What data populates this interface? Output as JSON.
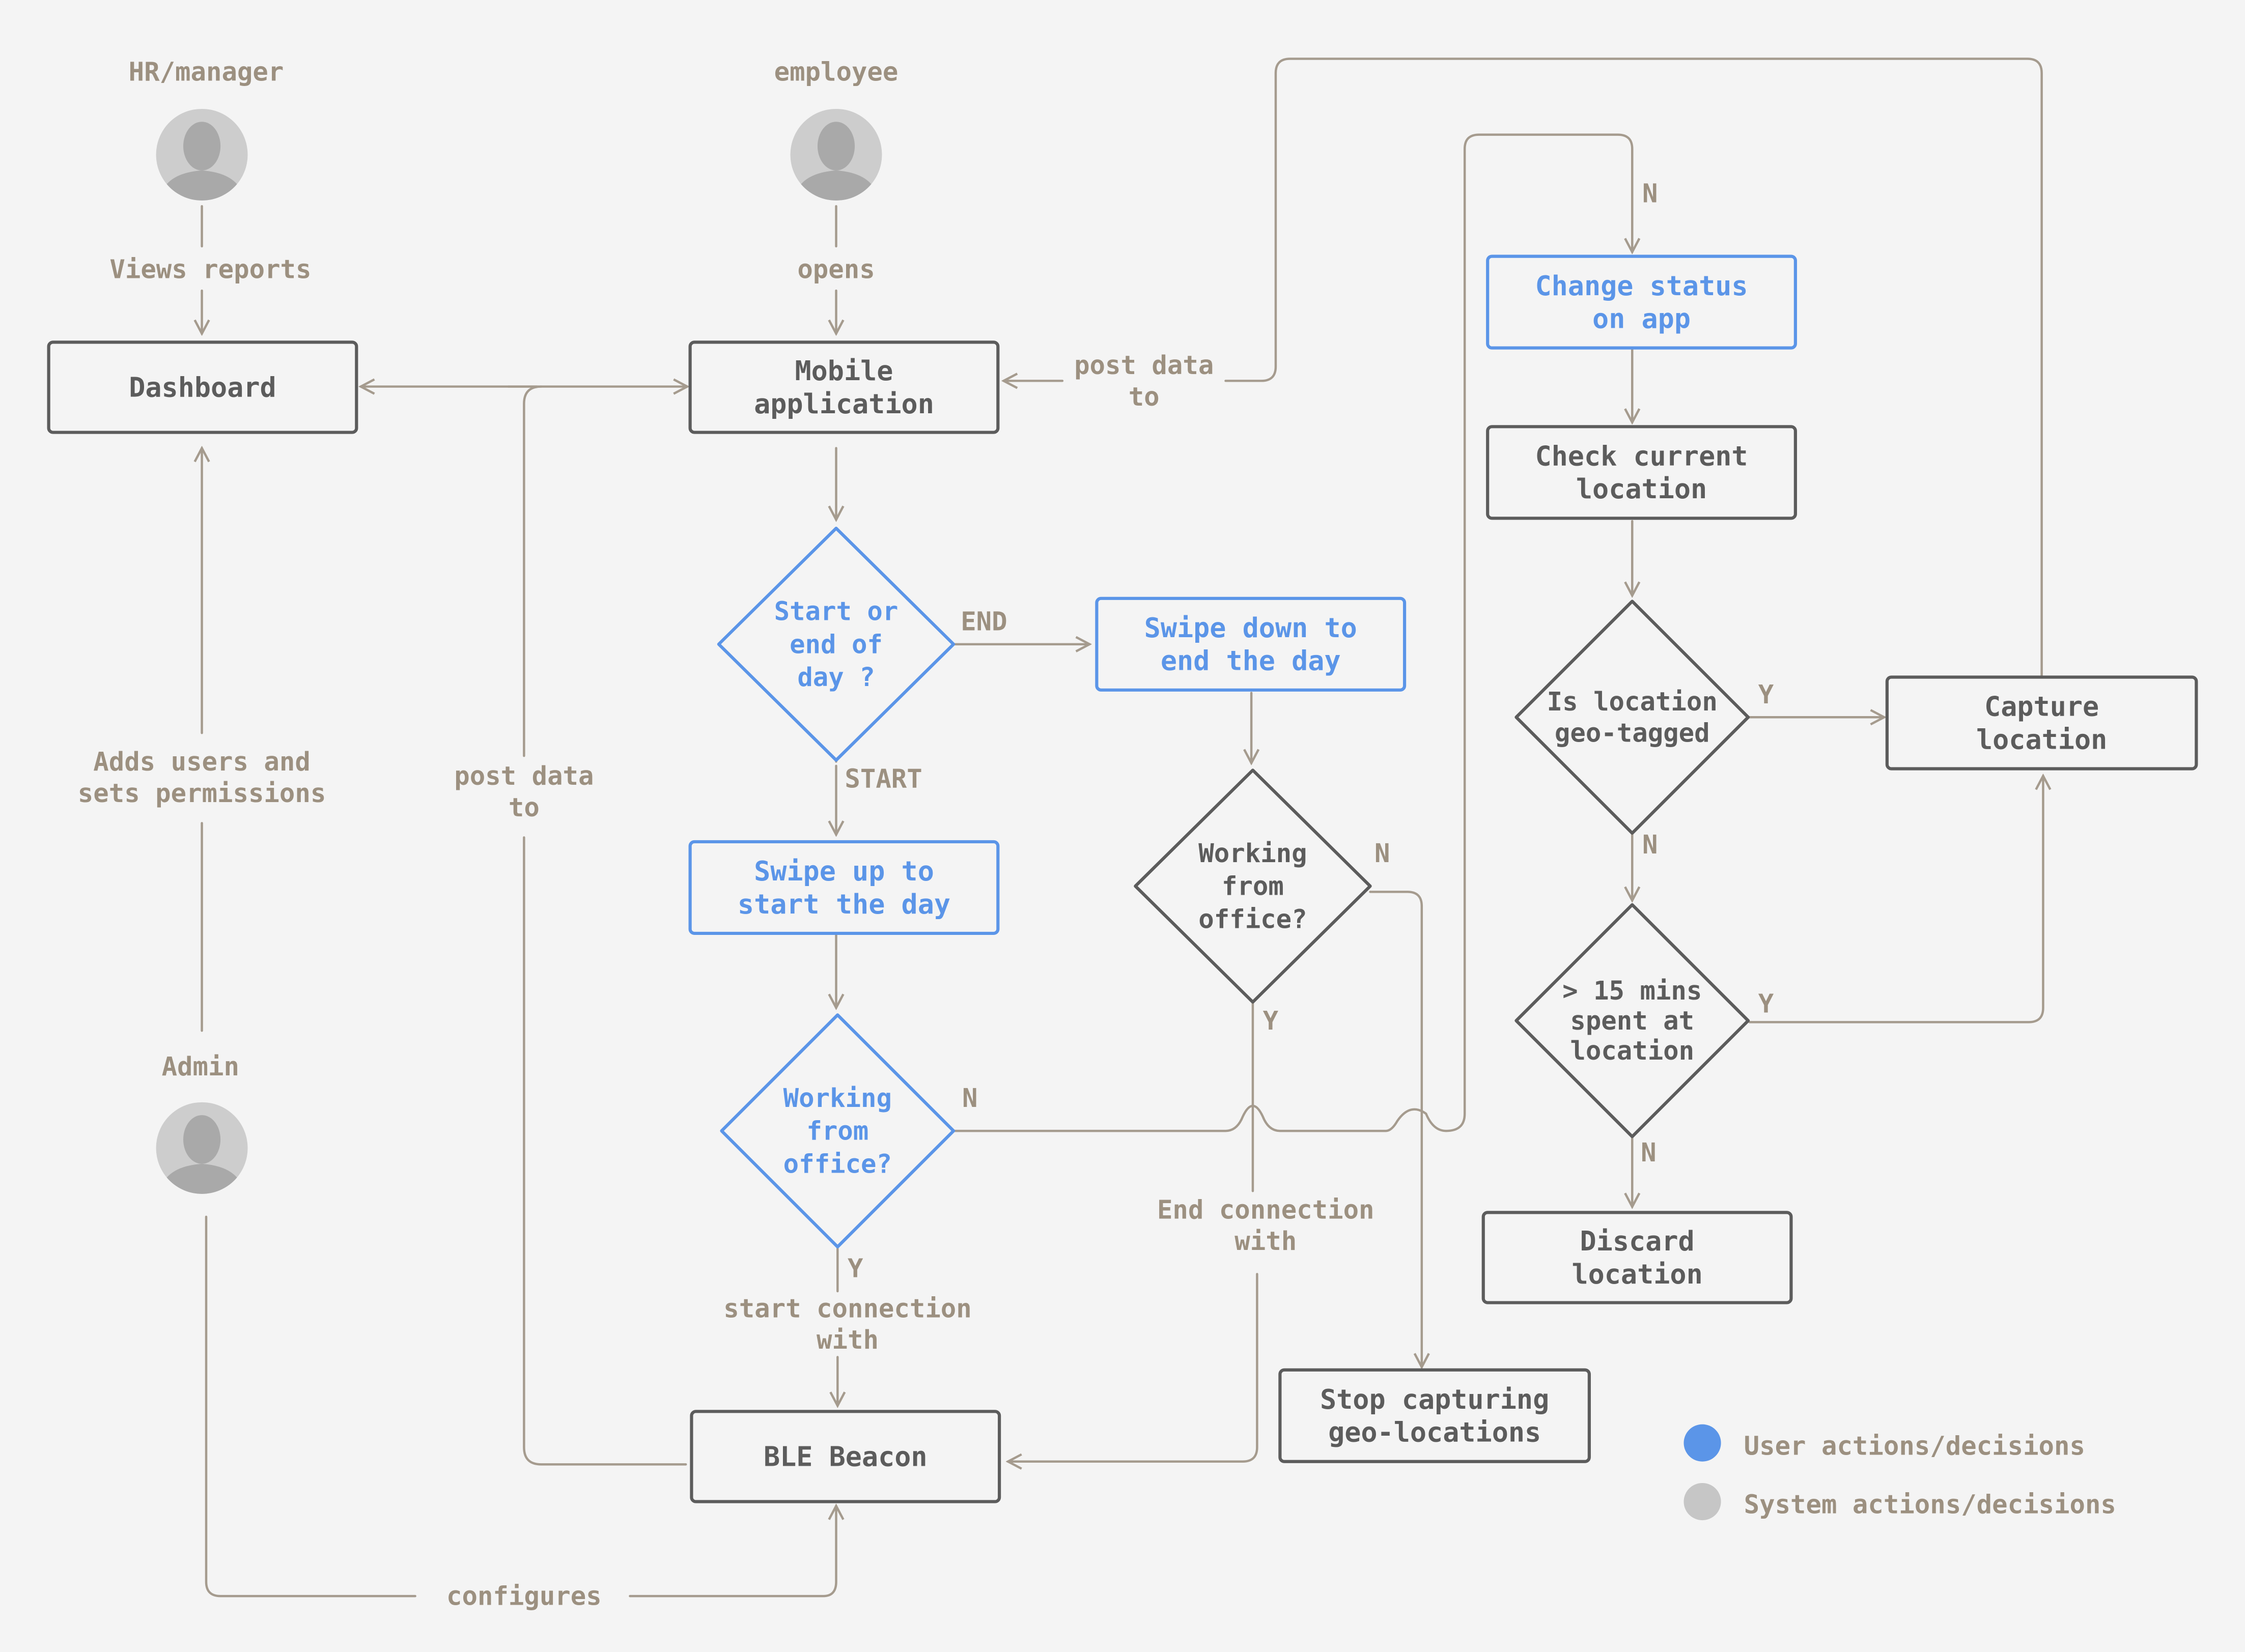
{
  "colors": {
    "background": "#f4f4f4",
    "system": "#5c5c5c",
    "user": "#5b95e8",
    "connector": "#a59b8e",
    "connector_text": "#9c9080",
    "legend_user": "#5b95e8",
    "legend_system": "#c6c6c6"
  },
  "actors": {
    "hr": "HR/manager",
    "employee": "employee",
    "admin": "Admin"
  },
  "nodes": {
    "dashboard": "Dashboard",
    "mobile": [
      "Mobile",
      "application"
    ],
    "start_end": [
      "Start or",
      "end of",
      "day ?"
    ],
    "swipe_down": [
      "Swipe down to",
      "end the day"
    ],
    "swipe_up": [
      "Swipe up to",
      "start the day"
    ],
    "working_user": [
      "Working",
      "from",
      "office?"
    ],
    "working_sys": [
      "Working",
      "from",
      "office?"
    ],
    "ble": "BLE Beacon",
    "stop": [
      "Stop capturing",
      "geo-locations"
    ],
    "change_status": [
      "Change status",
      "on app"
    ],
    "check_location": [
      "Check current",
      "location"
    ],
    "geo_tagged": [
      "Is location",
      "geo-tagged"
    ],
    "capture": [
      "Capture",
      "location"
    ],
    "mins": [
      "> 15 mins",
      "spent at",
      "location"
    ],
    "discard": [
      "Discard",
      "location"
    ]
  },
  "edge_labels": {
    "views_reports": "Views reports",
    "opens": "opens",
    "post_data_top": [
      "post data",
      "to"
    ],
    "post_data_left": [
      "post data",
      "to"
    ],
    "adds_users": [
      "Adds users and",
      "sets permissions"
    ],
    "end": "END",
    "start": "START",
    "n_working_user": "N",
    "y_working_user": "Y",
    "start_connection": [
      "start connection",
      "with"
    ],
    "n_working_sys": "N",
    "y_working_sys": "Y",
    "end_connection": [
      "End connection",
      "with"
    ],
    "configures": "configures",
    "n_change": "N",
    "y_geo": "Y",
    "n_geo": "N",
    "y_mins": "Y",
    "n_mins": "N"
  },
  "legend": {
    "user": "User actions/decisions",
    "system": "System actions/decisions"
  }
}
